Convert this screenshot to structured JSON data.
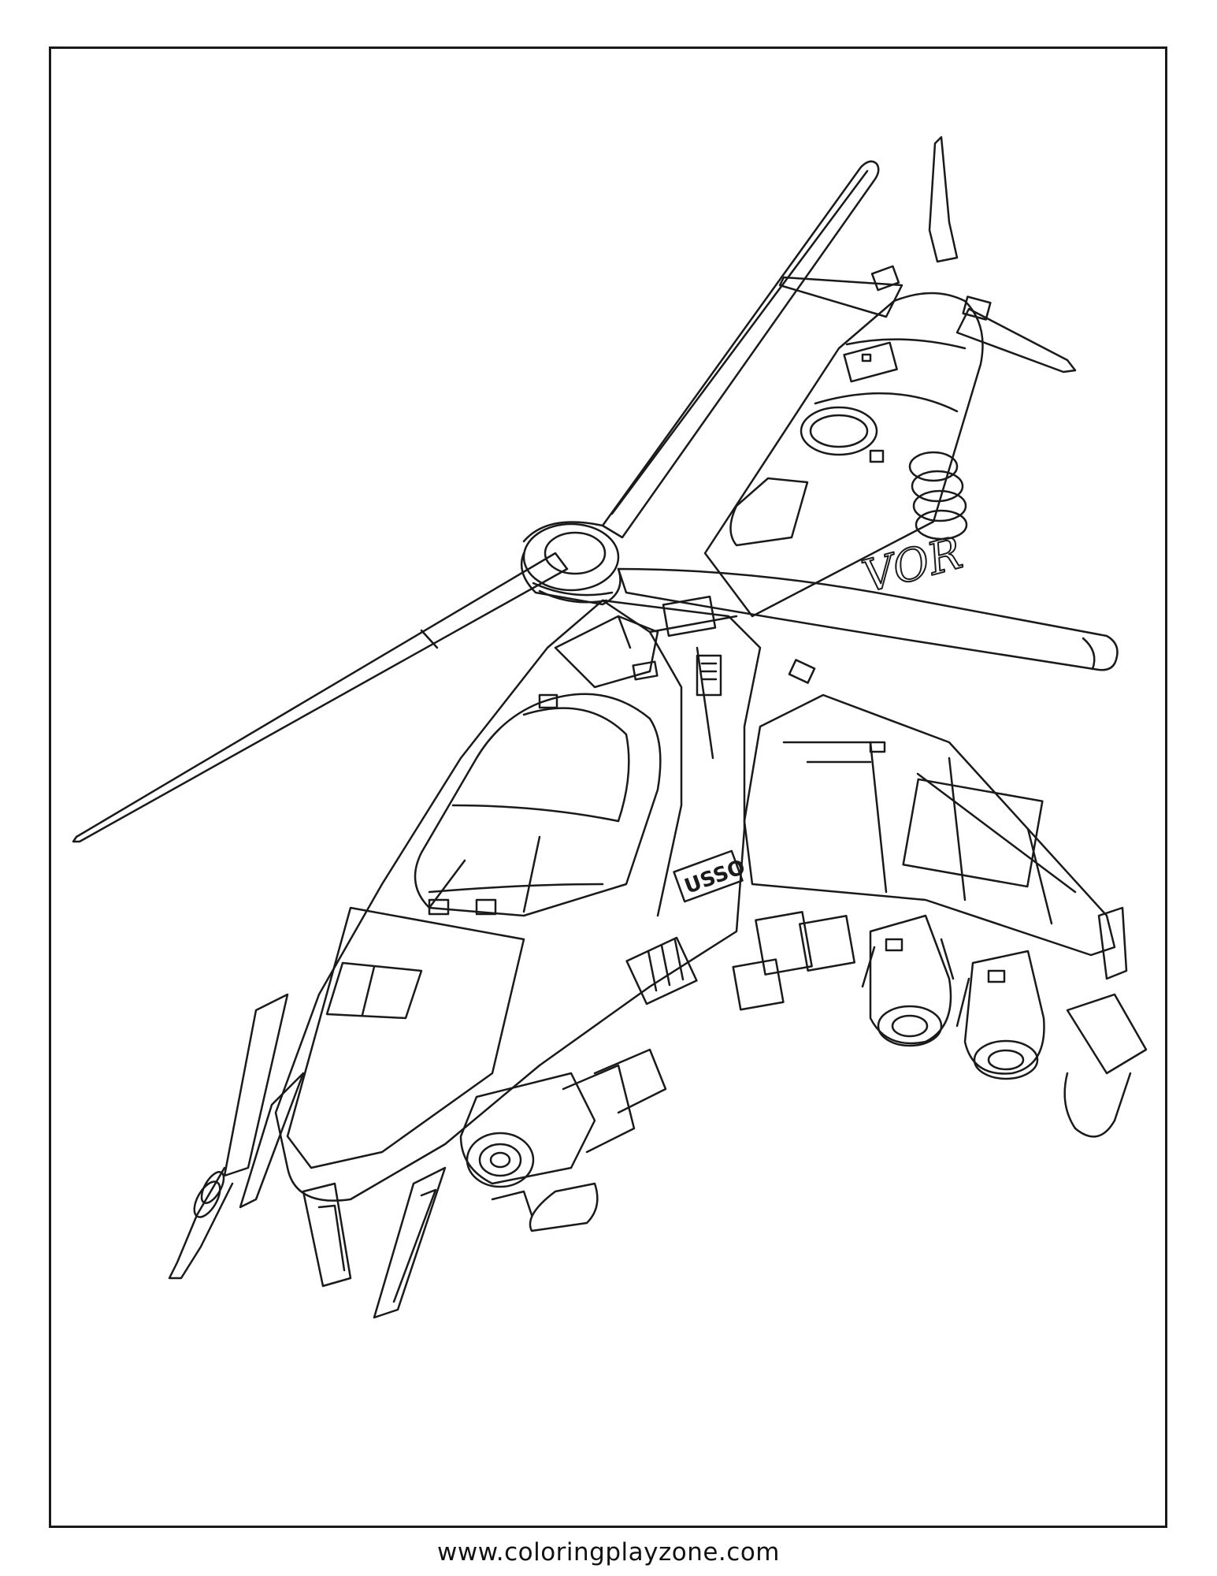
{
  "page": {
    "website": "www.coloringplayzone.com",
    "colors": {
      "ink": "#1a1a1a",
      "paper": "#ffffff"
    }
  },
  "illustration": {
    "subject_icon": "attack-helicopter-icon",
    "nose_marking": "USSO",
    "tail_marking": "VOR"
  }
}
